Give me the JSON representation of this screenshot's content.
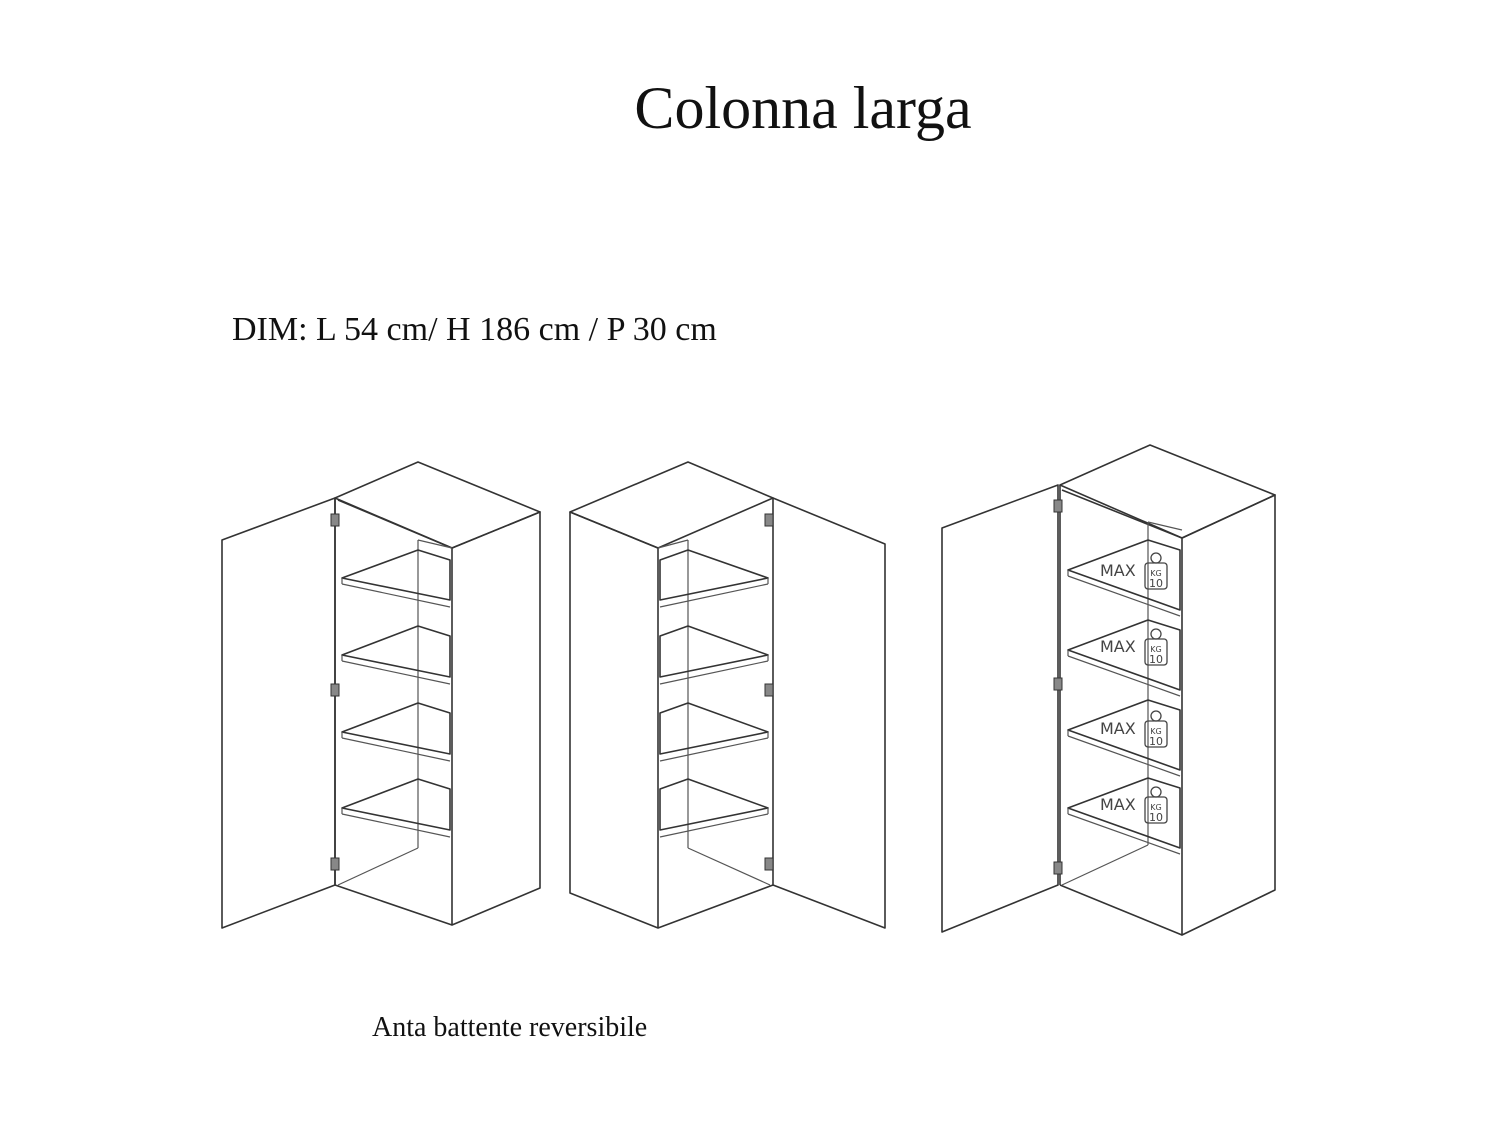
{
  "title": "Colonna larga",
  "dimensions": "DIM: L 54 cm/ H 186 cm / P 30 cm",
  "caption": "Anta battente reversibile",
  "shelf_load": {
    "max_label": "MAX",
    "unit": "KG",
    "value": "10"
  },
  "line_color": "#333333"
}
